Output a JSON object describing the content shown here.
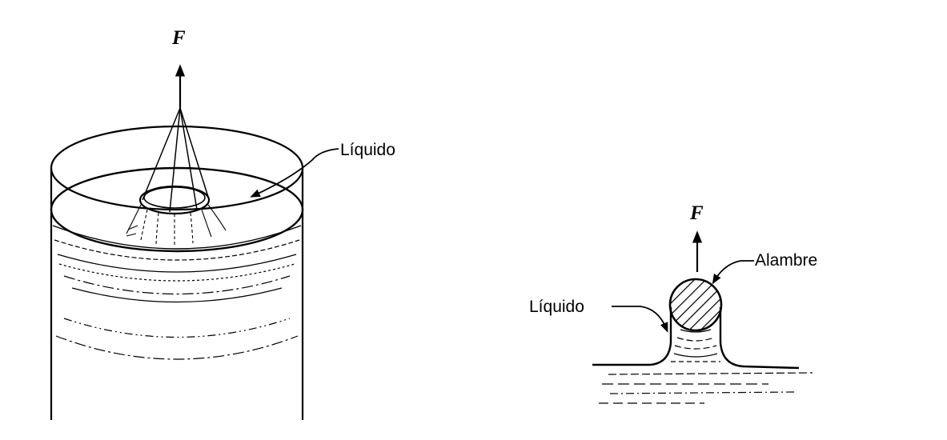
{
  "left_figure": {
    "force_label": "F",
    "liquid_label": "Líquido"
  },
  "right_figure": {
    "force_label": "F",
    "wire_label": "Alambre",
    "liquid_label": "Líquido"
  }
}
